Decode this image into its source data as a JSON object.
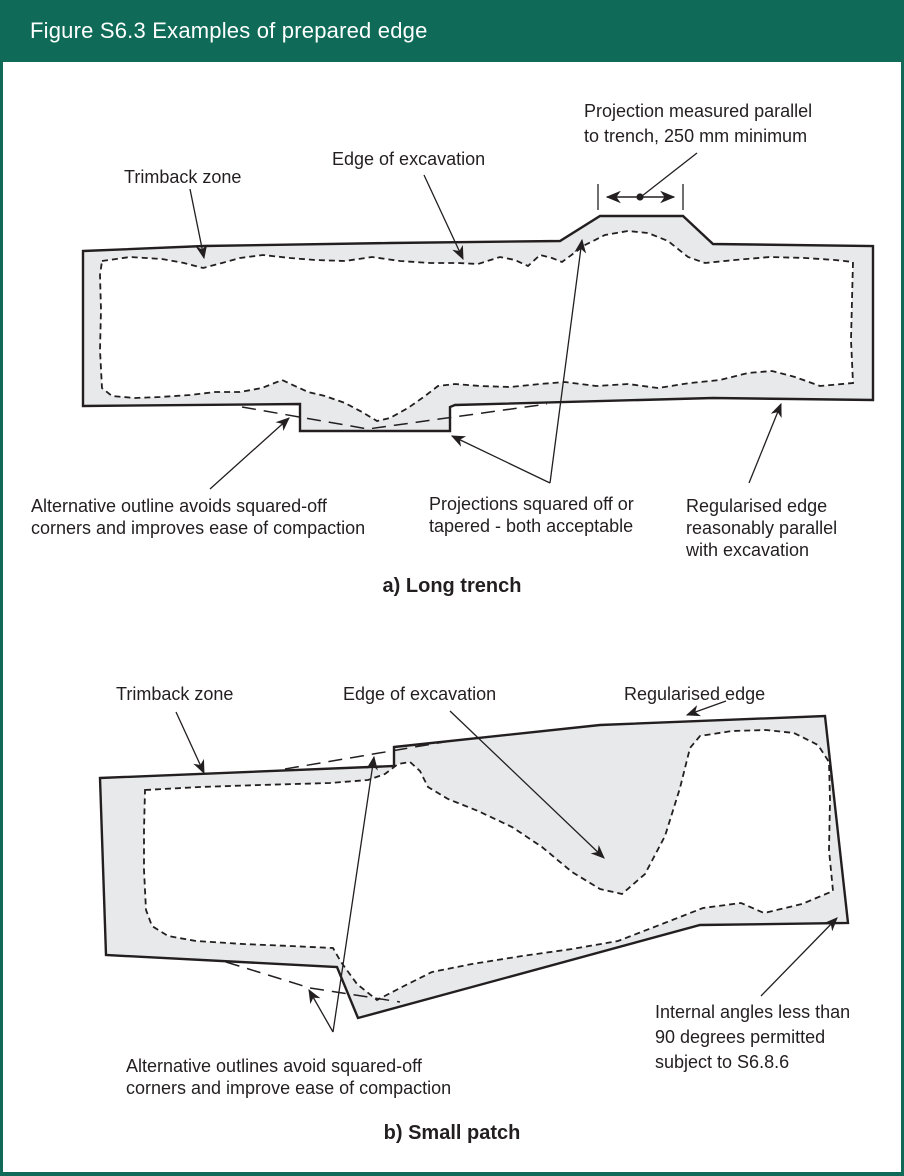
{
  "header": {
    "title": "Figure S6.3 Examples of prepared edge"
  },
  "colors": {
    "teal": "#0f6b58",
    "line": "#231f20",
    "trimback_fill": "#e8e9ea",
    "background": "#ffffff",
    "title_text": "#ffffff"
  },
  "diagram_a": {
    "caption": "a) Long trench",
    "labels": {
      "trimback": "Trimback zone",
      "edge_of_excavation": "Edge of excavation",
      "projection": "Projection measured parallel\nto trench, 250 mm minimum",
      "alternative_outline": "Alternative outline avoids squared-off\ncorners and improves ease of compaction",
      "projections_squared": "Projections squared off or\ntapered - both acceptable",
      "regularised_edge": "Regularised edge\nreasonably parallel\nwith excavation"
    },
    "dimension_note": "250 mm minimum"
  },
  "diagram_b": {
    "caption": "b) Small patch",
    "labels": {
      "trimback": "Trimback zone",
      "edge_of_excavation": "Edge of excavation",
      "regularised_edge": "Regularised edge",
      "alternative_outlines": "Alternative outlines avoid squared-off\ncorners and improve ease of compaction",
      "internal_angles": "Internal angles less than\n90 degrees permitted\nsubject to S6.8.6"
    }
  }
}
